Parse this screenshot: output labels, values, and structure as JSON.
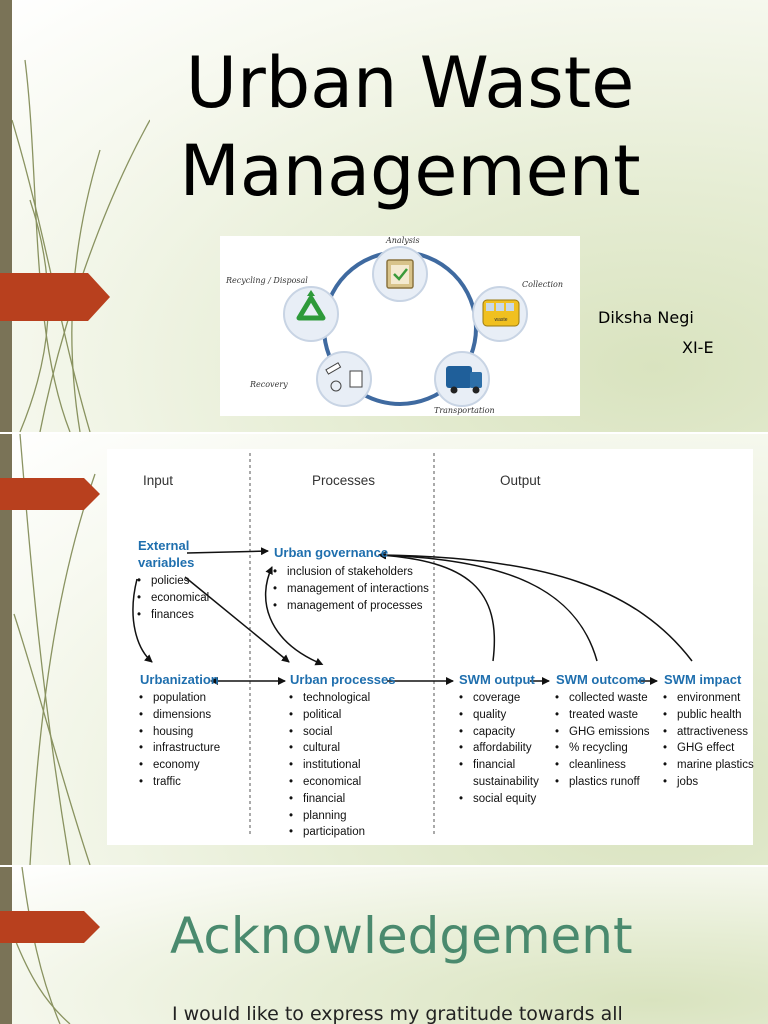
{
  "slide1": {
    "title_line1": "Urban Waste",
    "title_line2": "Management",
    "author_name": "Diksha Negi",
    "author_class": "XI-E",
    "cycle": {
      "analysis": "Analysis",
      "collection": "Collection",
      "transportation": "Transportation",
      "recovery": "Recovery",
      "recycling": "Recycling / Disposal",
      "truck_text": "waste"
    }
  },
  "slide2": {
    "headers": {
      "input": "Input",
      "processes": "Processes",
      "output": "Output"
    },
    "external": {
      "line1": "External",
      "line2": "variables",
      "items": [
        "policies",
        "economical",
        "finances"
      ]
    },
    "governance": {
      "title": "Urban governance",
      "items": [
        "inclusion of stakeholders",
        "management of interactions",
        "management of processes"
      ]
    },
    "urbanization": {
      "title": "Urbanization",
      "items": [
        "population",
        "dimensions",
        "housing",
        "infrastructure",
        "economy",
        "traffic"
      ]
    },
    "urban_processes": {
      "title": "Urban processes",
      "items": [
        "technological",
        "political",
        "social",
        "cultural",
        "institutional",
        "economical",
        "financial",
        "planning",
        "participation"
      ]
    },
    "swm_output": {
      "title": "SWM output",
      "items": [
        "coverage",
        "quality",
        "capacity",
        "affordability",
        "financial",
        "sustainability",
        "social equity"
      ]
    },
    "swm_outcome": {
      "title": "SWM outcome",
      "items": [
        "collected waste",
        "treated waste",
        "GHG emissions",
        "% recycling",
        "cleanliness",
        "plastics runoff"
      ]
    },
    "swm_impact": {
      "title": "SWM impact",
      "items": [
        "environment",
        "public health",
        "attractiveness",
        "GHG effect",
        "marine plastics",
        "jobs"
      ]
    }
  },
  "slide3": {
    "title": "Acknowledgement",
    "body": "I would like to express my gratitude towards all"
  },
  "colors": {
    "accent_red": "#b8401e",
    "sidebar": "#7a7357",
    "diagram_blue": "#1f6fae",
    "ack_green": "#4a8a6e",
    "cycle_ring": "#3f6aa0"
  }
}
